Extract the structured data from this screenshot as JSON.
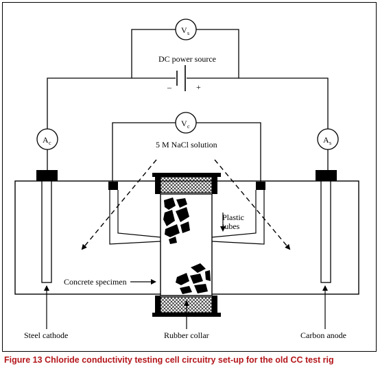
{
  "diagram": {
    "meters": {
      "vs": {
        "letter": "V",
        "sub": "s"
      },
      "vc": {
        "letter": "V",
        "sub": "c"
      },
      "ac": {
        "letter": "A",
        "sub": "c"
      },
      "as": {
        "letter": "A",
        "sub": "s"
      }
    },
    "labels": {
      "dc_power_source": "DC power source",
      "minus": "–",
      "plus": "+",
      "nacl_solution": "5 M NaCl solution",
      "plastic_tubes_line1": "Plastic",
      "plastic_tubes_line2": "tubes",
      "concrete_specimen": "Concrete specimen",
      "steel_cathode": "Steel cathode",
      "rubber_collar": "Rubber collar",
      "carbon_anode": "Carbon anode"
    }
  },
  "caption": {
    "label": "Figure 13",
    "text": "Chloride conductivity testing cell circuitry set-up for the old CC test rig"
  }
}
